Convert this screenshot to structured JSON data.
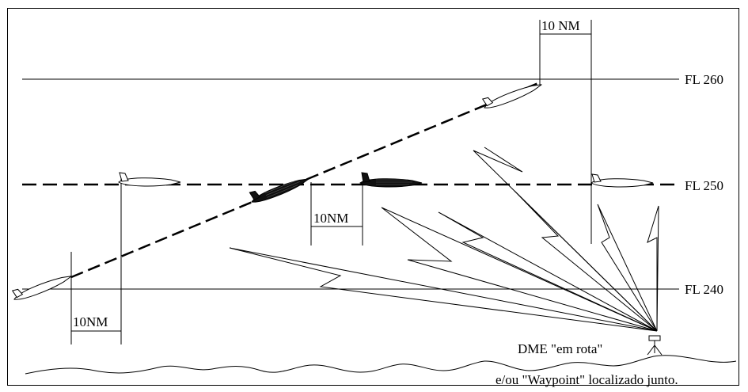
{
  "flight_levels": {
    "fl260": "FL 260",
    "fl250": "FL 250",
    "fl240": "FL 240"
  },
  "distances": {
    "top": "10 NM",
    "middle": "10NM",
    "bottom": "10NM"
  },
  "station": {
    "dme_label": "DME \"em rota\"",
    "waypoint_label": "e/ou \"Waypoint\" localizado junto."
  },
  "icons": {
    "aircraft": "aircraft-icon",
    "antenna": "dme-antenna-icon"
  },
  "colors": {
    "ink": "#000000",
    "aircraft_shaded": "#111111",
    "background": "#ffffff"
  }
}
